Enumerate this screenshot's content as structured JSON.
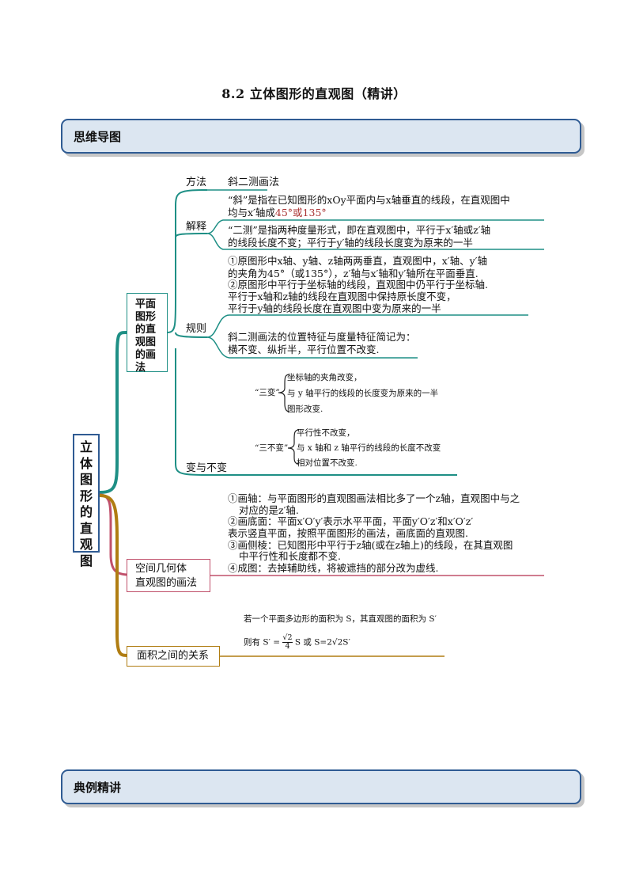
{
  "title": "8.2  立体图形的直观图（精讲）",
  "sections": {
    "mindmap": "思维导图",
    "examples": "典例精讲"
  },
  "root": {
    "label": "立体图形的直观图",
    "chars": [
      "立",
      "体",
      "图",
      "形",
      "的",
      "直",
      "观",
      "图"
    ]
  },
  "branch_plane": {
    "label": "平面图形的直观图的画法",
    "method": {
      "label": "方法",
      "value": "斜二测画法"
    },
    "explain": {
      "label": "解释",
      "xie_line1": "“斜”是指在已知图形的xOy平面内与x轴垂直的线段，在直观图中",
      "xie_line2_prefix": "均与x′轴成",
      "xie_line2_angle": "45°或135°",
      "ercel_line1": "“二测”是指两种度量形式，即在直观图中，平行于x′轴或z′轴",
      "ercel_line2": "的线段长度不变；平行于y′轴的线段长度变为原来的一半"
    },
    "rules": {
      "label": "规则",
      "line1": "①原图形中x轴、y轴、z轴两两垂直，直观图中，x′轴、y′轴",
      "line2": "的夹角为45°（或135°），z′轴与x′轴和y′轴所在平面垂直.",
      "line3": "②原图形中平行于坐标轴的线段，直观图中仍平行于坐标轴.",
      "line4": "平行于x轴和z轴的线段在直观图中保持原长度不变，",
      "line5": "平行于y轴的线段长度在直观图中变为原来的一半",
      "summary1": "斜二测画法的位置特征与度量特征简记为：",
      "summary2": "横不变、纵折半，平行位置不改变."
    },
    "change": {
      "label": "变与不变",
      "three_change_label": "“三变”",
      "three_change_items": [
        "坐标轴的夹角改变，",
        "与 y 轴平行的线段的长度变为原来的一半",
        "图形改变."
      ],
      "three_keep_label": "“三不变”",
      "three_keep_items": [
        "平行性不改变，",
        "与 x 轴和 z 轴平行的线段的长度不改变",
        "相对位置不改变."
      ]
    }
  },
  "branch_solid": {
    "label": "空间几何体直观图的画法",
    "label_line1": "空间几何体",
    "label_line2": "直观图的画法",
    "steps": [
      "①画轴：与平面图形的直观图画法相比多了一个z轴，直观图中与之",
      "对应的是z′轴.",
      "②画底面：平面x′O′y′表示水平平面，平面y′O′z′和x′O′z′",
      "表示竖直平面，按照平面图形的画法，画底面的直观图.",
      "③画侧棱：已知图形中平行于z轴(或在z轴上)的线段，在其直观图",
      "中平行性和长度都不变.",
      "④成图：去掉辅助线，将被遮挡的部分改为虚线."
    ]
  },
  "branch_area": {
    "label": "面积之间的关系",
    "line1": "若一个平面多边形的面积为 S，其直观图的面积为 S′",
    "line2_prefix": "则有 S′ =",
    "line2_frac_num": "√2",
    "line2_frac_den": "4",
    "line2_suffix": "S 或 S=2√2S′"
  },
  "colors": {
    "teal": "#1e8f85",
    "gold": "#b07d12",
    "pink": "#c0506b",
    "navy": "#2f5b93",
    "section_bg": "#dce6f1"
  }
}
